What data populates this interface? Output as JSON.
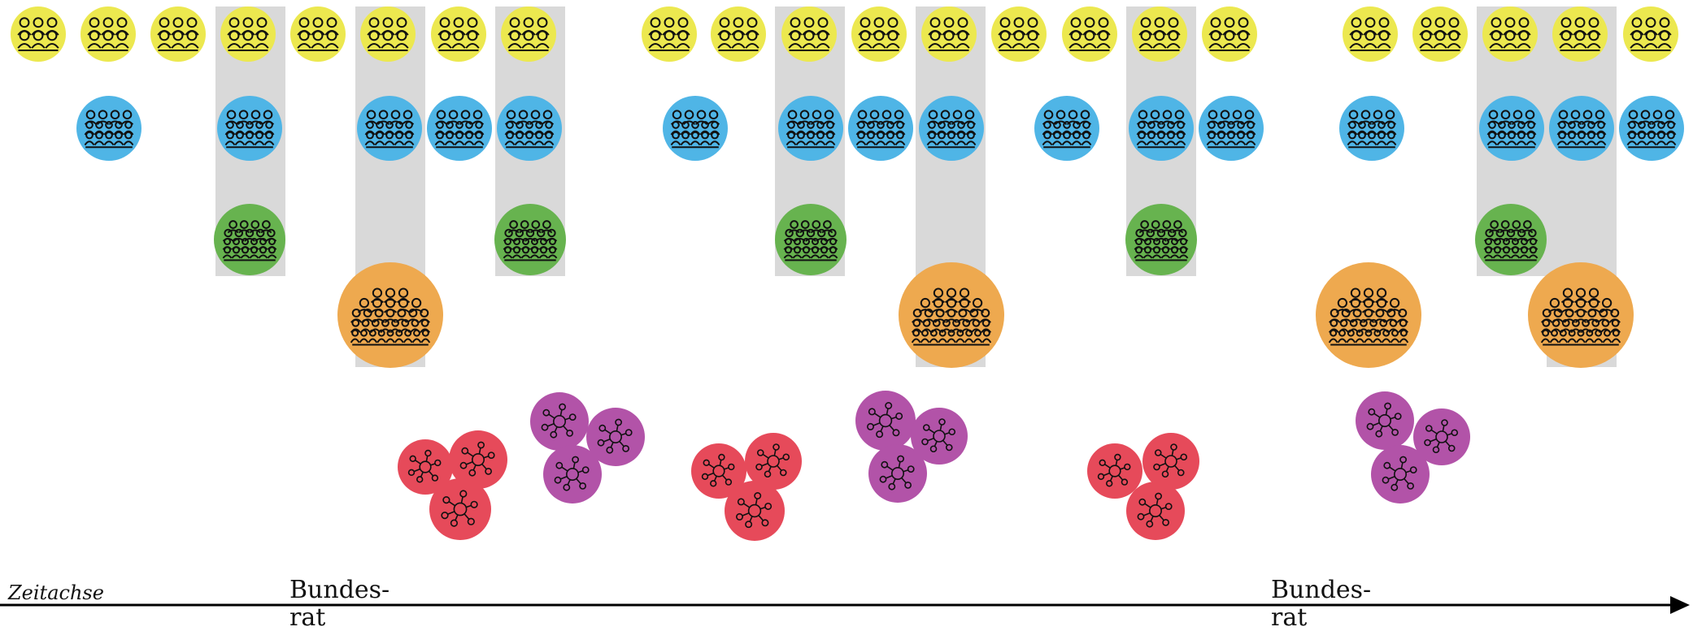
{
  "timeline": {
    "axis_label": "Zeitachse",
    "markers": [
      {
        "label": "Bundes-\nrat"
      },
      {
        "label": "Bundes-\nrat"
      }
    ]
  },
  "colors": {
    "band": "#d9d9d9",
    "small_group": "#ece84f",
    "medium_group": "#4fb5e6",
    "large_group": "#67b34f",
    "xl_group": "#eea94f",
    "network_red": "#e64a5a",
    "network_purple": "#b253a8"
  },
  "icons": {
    "small_group": "small-group-icon",
    "medium_group": "medium-group-icon",
    "large_group": "large-group-icon",
    "xl_group": "crowd-icon",
    "network": "network-icon"
  }
}
